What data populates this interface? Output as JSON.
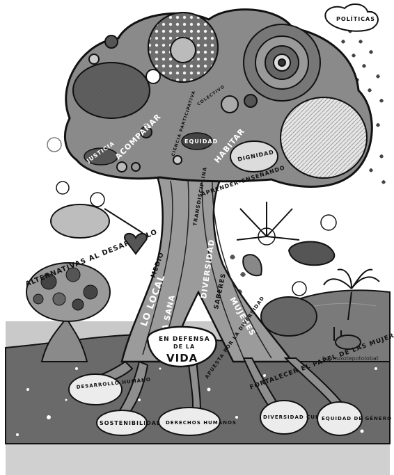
{
  "illustration": {
    "top_right_cloud": "POLÍTICAS",
    "left_hill_title": "ALTERNATIVAS AL DESARROLLO",
    "canopy_labels": {
      "justicia": "JUSTICIA",
      "acompanar": "ACOMPAÑAR",
      "ciencia": "CIENCIA PARTICIPATIVA",
      "equidad": "EQUIDAD",
      "habitar": "HABITAR",
      "dignidad": "DIGNIDAD",
      "aprender": "APRENDER-ENSEÑANDO",
      "colectivo": "COLECTIVO",
      "transdisciplina": "TRANSDISCIPLINA"
    },
    "trunk_labels": {
      "local": "LO LOCAL",
      "medio": "MEDIO",
      "diversidad": "DIVERSIDAD",
      "vida_sana": "VIDA SANA",
      "saberes": "SABERES",
      "mujeres": "MUJERES",
      "fortalecer": "FORTALECER EL PAPEL DE LAS MUJERES",
      "apuesta": "APUESTA POR LA DIVERSIDAD"
    },
    "center_badge": {
      "line1": "EN DEFENSA",
      "line2": "DE LA",
      "line3": "VIDA"
    },
    "roots": {
      "desarrollo": "DESARROLLO HUMANO",
      "sostenibilidad": "SOSTENIBILIDAD",
      "derechos": "DERECHOS HUMANOS",
      "diversidad": "DIVERSIDAD CULTURAL",
      "equidad": "EQUIDAD DE GÉNERO"
    },
    "signature": "by muxotepotolobat"
  },
  "colors": {
    "background": "#ffffff",
    "canopy": "#8a8a8a",
    "trunk": "#9b9b9b",
    "soil": "#6b6b6b",
    "ground": "#c9c9c9",
    "footer_band": "#d0d0d0",
    "ink": "#111111"
  }
}
